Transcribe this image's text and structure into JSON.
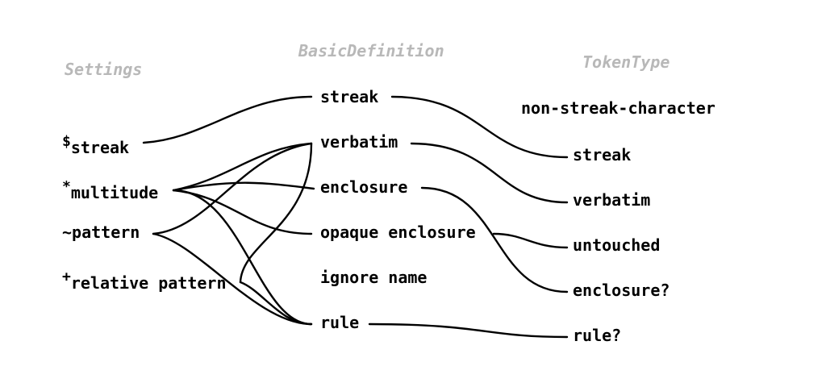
{
  "headers": {
    "settings": "Settings",
    "basic": "BasicDefinition",
    "token": "TokenType"
  },
  "settings": [
    {
      "prefix": "$",
      "name": "streak"
    },
    {
      "prefix": "*",
      "name": "multitude"
    },
    {
      "prefix": "~",
      "name": "pattern"
    },
    {
      "prefix": "+",
      "name": "relative pattern"
    }
  ],
  "basic": [
    "streak",
    "verbatim",
    "enclosure",
    "opaque enclosure",
    "ignore name",
    "rule"
  ],
  "token": [
    "non-streak-character",
    "streak",
    "verbatim",
    "untouched",
    "enclosure?",
    "rule?"
  ],
  "colors": {
    "text": "#000000",
    "header": "#b8b8b8",
    "edge": "#000000"
  }
}
